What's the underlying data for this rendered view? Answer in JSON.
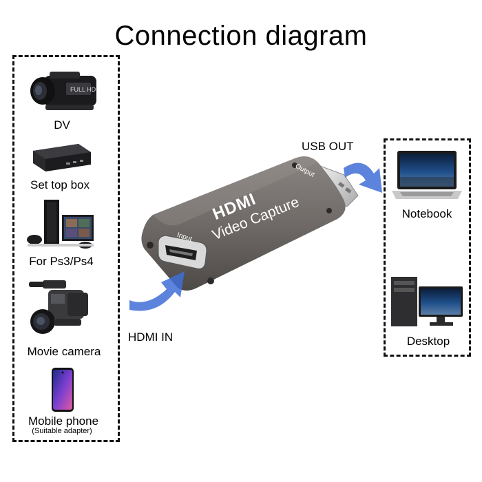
{
  "title": "Connection diagram",
  "sources": [
    {
      "label": "DV",
      "icon": "camcorder-icon"
    },
    {
      "label": "Set top box",
      "icon": "set-top-box-icon"
    },
    {
      "label": "For Ps3/Ps4",
      "icon": "game-console-icon"
    },
    {
      "label": "Movie camera",
      "icon": "movie-camera-icon"
    },
    {
      "label": "Mobile phone",
      "sublabel": "(Suitable adapter)",
      "icon": "mobile-phone-icon"
    }
  ],
  "device": {
    "logo": "HDMI",
    "name": "Video Capture",
    "input_port": "Input",
    "output_port": "Output"
  },
  "connections": {
    "in_label": "HDMI IN",
    "out_label": "USB OUT"
  },
  "targets": [
    {
      "label": "Notebook",
      "icon": "laptop-icon"
    },
    {
      "label": "Desktop",
      "icon": "desktop-computer-icon"
    }
  ],
  "colors": {
    "arrow": "#3f6fd6",
    "device_body": "#6f6a67",
    "box_border": "#111111"
  }
}
